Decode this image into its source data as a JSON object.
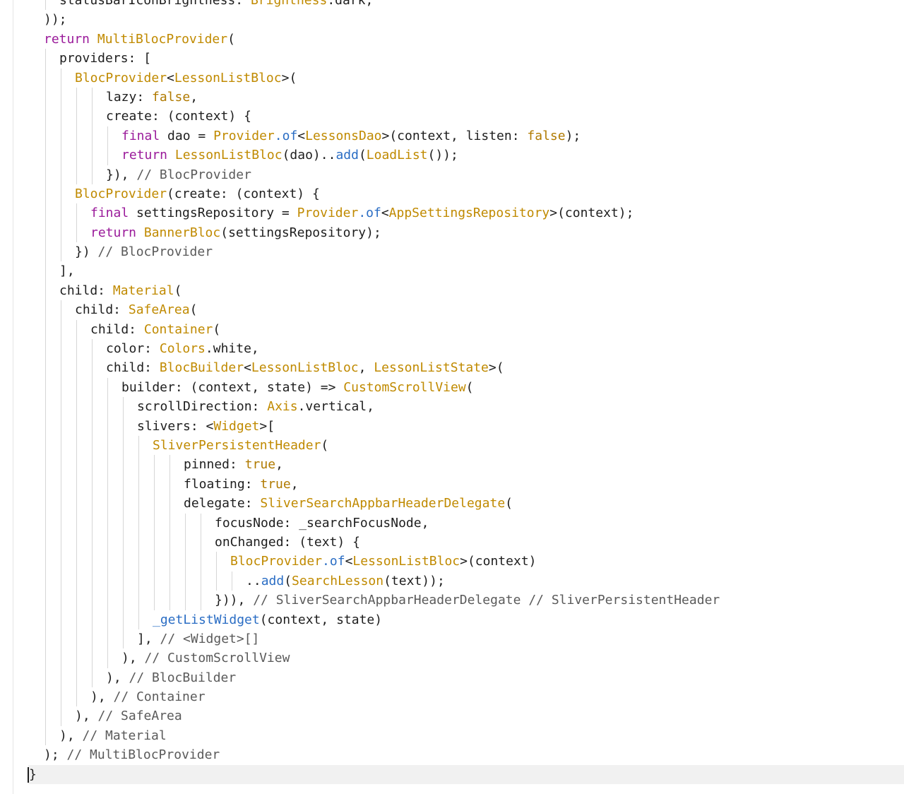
{
  "editor": {
    "language": "dart",
    "colors": {
      "keyword": "#9a1a9a",
      "type": "#c08a00",
      "function": "#2a6dc4",
      "comment": "#5a5a5a",
      "text": "#1e1e1e",
      "current_line_bg": "#f1f1f1"
    },
    "lines": [
      {
        "indent": 2,
        "tokens": [
          [
            "plain",
            "statusBarIconBrightness: "
          ],
          [
            "type",
            "Brightness"
          ],
          [
            "plain",
            ".dark,"
          ]
        ]
      },
      {
        "indent": 1,
        "tokens": [
          [
            "plain",
            "));"
          ]
        ]
      },
      {
        "indent": 1,
        "tokens": [
          [
            "kw",
            "return "
          ],
          [
            "type",
            "MultiBlocProvider"
          ],
          [
            "plain",
            "("
          ]
        ]
      },
      {
        "indent": 2,
        "tokens": [
          [
            "plain",
            "providers: ["
          ]
        ]
      },
      {
        "indent": 3,
        "tokens": [
          [
            "type",
            "BlocProvider"
          ],
          [
            "plain",
            "<"
          ],
          [
            "type",
            "LessonListBloc"
          ],
          [
            "plain",
            ">("
          ]
        ]
      },
      {
        "indent": 5,
        "tokens": [
          [
            "plain",
            "lazy: "
          ],
          [
            "bool",
            "false"
          ],
          [
            "plain",
            ","
          ]
        ]
      },
      {
        "indent": 5,
        "tokens": [
          [
            "plain",
            "create: (context) {"
          ]
        ]
      },
      {
        "indent": 6,
        "tokens": [
          [
            "kw",
            "final "
          ],
          [
            "plain",
            "dao = "
          ],
          [
            "type",
            "Provider"
          ],
          [
            "fn",
            ".of"
          ],
          [
            "plain",
            "<"
          ],
          [
            "type",
            "LessonsDao"
          ],
          [
            "plain",
            ">(context, listen: "
          ],
          [
            "bool",
            "false"
          ],
          [
            "plain",
            ");"
          ]
        ]
      },
      {
        "indent": 6,
        "tokens": [
          [
            "kw",
            "return "
          ],
          [
            "type",
            "LessonListBloc"
          ],
          [
            "plain",
            "(dao).."
          ],
          [
            "fn",
            "add"
          ],
          [
            "plain",
            "("
          ],
          [
            "type",
            "LoadList"
          ],
          [
            "plain",
            "());"
          ]
        ]
      },
      {
        "indent": 5,
        "tokens": [
          [
            "plain",
            "}), "
          ],
          [
            "comment",
            "// BlocProvider"
          ]
        ]
      },
      {
        "indent": 3,
        "tokens": [
          [
            "type",
            "BlocProvider"
          ],
          [
            "plain",
            "(create: (context) {"
          ]
        ]
      },
      {
        "indent": 4,
        "tokens": [
          [
            "kw",
            "final "
          ],
          [
            "plain",
            "settingsRepository = "
          ],
          [
            "type",
            "Provider"
          ],
          [
            "fn",
            ".of"
          ],
          [
            "plain",
            "<"
          ],
          [
            "type",
            "AppSettingsRepository"
          ],
          [
            "plain",
            ">(context);"
          ]
        ]
      },
      {
        "indent": 4,
        "tokens": [
          [
            "kw",
            "return "
          ],
          [
            "type",
            "BannerBloc"
          ],
          [
            "plain",
            "(settingsRepository);"
          ]
        ]
      },
      {
        "indent": 3,
        "tokens": [
          [
            "plain",
            "}) "
          ],
          [
            "comment",
            "// BlocProvider"
          ]
        ]
      },
      {
        "indent": 2,
        "tokens": [
          [
            "plain",
            "],"
          ]
        ]
      },
      {
        "indent": 2,
        "tokens": [
          [
            "plain",
            "child: "
          ],
          [
            "type",
            "Material"
          ],
          [
            "plain",
            "("
          ]
        ]
      },
      {
        "indent": 3,
        "tokens": [
          [
            "plain",
            "child: "
          ],
          [
            "type",
            "SafeArea"
          ],
          [
            "plain",
            "("
          ]
        ]
      },
      {
        "indent": 4,
        "tokens": [
          [
            "plain",
            "child: "
          ],
          [
            "type",
            "Container"
          ],
          [
            "plain",
            "("
          ]
        ]
      },
      {
        "indent": 5,
        "tokens": [
          [
            "plain",
            "color: "
          ],
          [
            "type",
            "Colors"
          ],
          [
            "plain",
            ".white,"
          ]
        ]
      },
      {
        "indent": 5,
        "tokens": [
          [
            "plain",
            "child: "
          ],
          [
            "type",
            "BlocBuilder"
          ],
          [
            "plain",
            "<"
          ],
          [
            "type",
            "LessonListBloc"
          ],
          [
            "plain",
            ", "
          ],
          [
            "type",
            "LessonListState"
          ],
          [
            "plain",
            ">("
          ]
        ]
      },
      {
        "indent": 6,
        "tokens": [
          [
            "plain",
            "builder: (context, state) => "
          ],
          [
            "type",
            "CustomScrollView"
          ],
          [
            "plain",
            "("
          ]
        ]
      },
      {
        "indent": 7,
        "tokens": [
          [
            "plain",
            "scrollDirection: "
          ],
          [
            "type",
            "Axis"
          ],
          [
            "plain",
            ".vertical,"
          ]
        ]
      },
      {
        "indent": 7,
        "tokens": [
          [
            "plain",
            "slivers: <"
          ],
          [
            "type",
            "Widget"
          ],
          [
            "plain",
            ">["
          ]
        ]
      },
      {
        "indent": 8,
        "tokens": [
          [
            "type",
            "SliverPersistentHeader"
          ],
          [
            "plain",
            "("
          ]
        ]
      },
      {
        "indent": 10,
        "tokens": [
          [
            "plain",
            "pinned: "
          ],
          [
            "bool",
            "true"
          ],
          [
            "plain",
            ","
          ]
        ]
      },
      {
        "indent": 10,
        "tokens": [
          [
            "plain",
            "floating: "
          ],
          [
            "bool",
            "true"
          ],
          [
            "plain",
            ","
          ]
        ]
      },
      {
        "indent": 10,
        "tokens": [
          [
            "plain",
            "delegate: "
          ],
          [
            "type",
            "SliverSearchAppbarHeaderDelegate"
          ],
          [
            "plain",
            "("
          ]
        ]
      },
      {
        "indent": 12,
        "tokens": [
          [
            "plain",
            "focusNode: _searchFocusNode,"
          ]
        ]
      },
      {
        "indent": 12,
        "tokens": [
          [
            "plain",
            "onChanged: (text) {"
          ]
        ]
      },
      {
        "indent": 13,
        "tokens": [
          [
            "type",
            "BlocProvider"
          ],
          [
            "fn",
            ".of"
          ],
          [
            "plain",
            "<"
          ],
          [
            "type",
            "LessonListBloc"
          ],
          [
            "plain",
            ">(context)"
          ]
        ]
      },
      {
        "indent": 14,
        "tokens": [
          [
            "plain",
            ".."
          ],
          [
            "fn",
            "add"
          ],
          [
            "plain",
            "("
          ],
          [
            "type",
            "SearchLesson"
          ],
          [
            "plain",
            "(text));"
          ]
        ]
      },
      {
        "indent": 12,
        "tokens": [
          [
            "plain",
            "})), "
          ],
          [
            "comment",
            "// SliverSearchAppbarHeaderDelegate // SliverPersistentHeader"
          ]
        ]
      },
      {
        "indent": 8,
        "tokens": [
          [
            "fn",
            "_getListWidget"
          ],
          [
            "plain",
            "(context, state)"
          ]
        ]
      },
      {
        "indent": 7,
        "tokens": [
          [
            "plain",
            "], "
          ],
          [
            "comment",
            "// <Widget>[]"
          ]
        ]
      },
      {
        "indent": 6,
        "tokens": [
          [
            "plain",
            "), "
          ],
          [
            "comment",
            "// CustomScrollView"
          ]
        ]
      },
      {
        "indent": 5,
        "tokens": [
          [
            "plain",
            "), "
          ],
          [
            "comment",
            "// BlocBuilder"
          ]
        ]
      },
      {
        "indent": 4,
        "tokens": [
          [
            "plain",
            "), "
          ],
          [
            "comment",
            "// Container"
          ]
        ]
      },
      {
        "indent": 3,
        "tokens": [
          [
            "plain",
            "), "
          ],
          [
            "comment",
            "// SafeArea"
          ]
        ]
      },
      {
        "indent": 2,
        "tokens": [
          [
            "plain",
            "), "
          ],
          [
            "comment",
            "// Material"
          ]
        ]
      },
      {
        "indent": 1,
        "tokens": [
          [
            "plain",
            "); "
          ],
          [
            "comment",
            "// MultiBlocProvider"
          ]
        ]
      },
      {
        "indent": 0,
        "tokens": [
          [
            "plain",
            "}"
          ]
        ],
        "current": true
      }
    ]
  }
}
